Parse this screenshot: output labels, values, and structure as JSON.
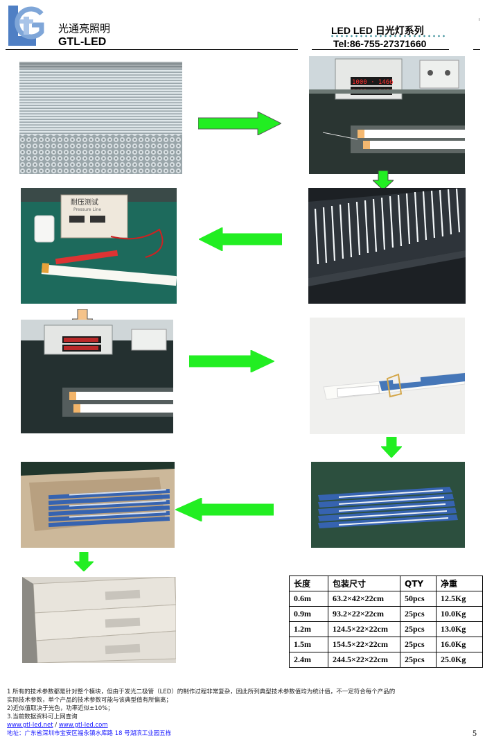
{
  "header": {
    "brand_cn": "光通亮照明",
    "brand_en": "GTL-LED",
    "series": "LED LED 日光灯系列",
    "tel": "Tel:86-755-27371660"
  },
  "photos": {
    "tester_label": "1000 ·  1466",
    "tester_label2": "1409 ·  1466",
    "hipot_title": "耐压测试",
    "hipot_sub": "Pressure Line"
  },
  "table": {
    "headers": [
      "长度",
      "包装尺寸",
      "QTY",
      "净重"
    ],
    "rows": [
      [
        "0.6m",
        "63.2×42×22cm",
        "50pcs",
        "12.5Kg"
      ],
      [
        "0.9m",
        "93.2×22×22cm",
        "25pcs",
        "10.0Kg"
      ],
      [
        "1.2m",
        "124.5×22×22cm",
        "25pcs",
        "13.0Kg"
      ],
      [
        "1.5m",
        "154.5×22×22cm",
        "25pcs",
        "16.0Kg"
      ],
      [
        "2.4m",
        "244.5×22×22cm",
        "25pcs",
        "25.0Kg"
      ]
    ]
  },
  "footer": {
    "note1": "1  所有的技术参数都是针对整个模块，但由于发光二极管（LED）的制作过程非常复杂，因此所列典型技术参数值均为统计值，不一定符合每个产品的",
    "note1b": "实际技术参数，单个产品的技术参数可能与该典型值有所偏离；",
    "note2": "2)近似值取决于光色，功率近似±10%；",
    "note3": "3.当前数据资料可上网查询",
    "link1": "www.gtl-led.net",
    "link_sep": " / ",
    "link2": "www.gtl-led.com",
    "address": "地址：广东省深圳市宝安区福永镇水库路 18 号湖滨工业园五栋",
    "page": "5"
  },
  "colors": {
    "arrow_green": "#22ee22",
    "arrow_peach": "#f5c38a",
    "logo_blue": "#3c6fb4",
    "dots": "#3a8f9a",
    "link": "#1a1aff"
  }
}
